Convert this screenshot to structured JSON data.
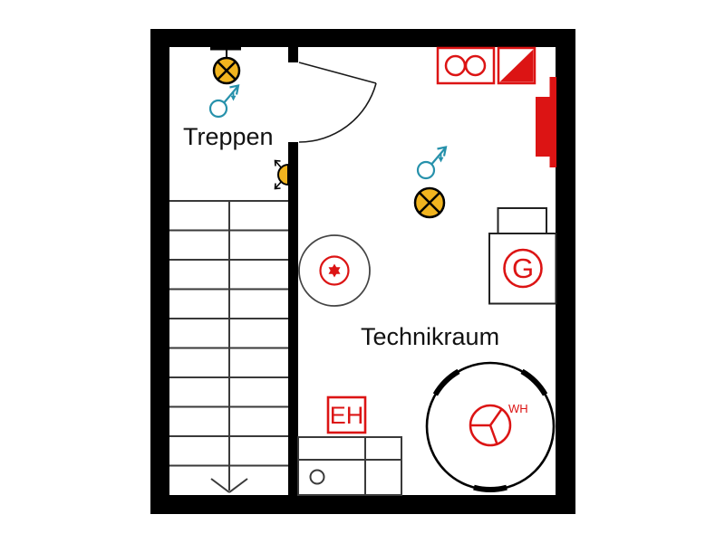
{
  "plan": {
    "rooms": {
      "treppen": {
        "label": "Treppen"
      },
      "technikraum": {
        "label": "Technikraum"
      }
    },
    "device_labels": {
      "generator": "G",
      "electric_heater": "EH",
      "water_heater": "WH"
    },
    "icons": {
      "infinity_icon": "∞",
      "ceiling_lamp_icon": "crossed-circle-lamp",
      "wall_lamp_icon": "half-circle-wall-lamp",
      "switch_icon": "switch-with-arrow",
      "detector_icon": "circle-with-star",
      "stairs_icon": "staircase-with-down-arrow",
      "door_icon": "door-quarter-swing",
      "triangle_panel_icon": "half-filled-square",
      "wall_panel_icon": "red-wall-panel",
      "sink_icon": "counter-with-drain"
    },
    "colors": {
      "wall_black": "#000000",
      "line_dark": "#3a3a3a",
      "symbol_red": "#dc1414",
      "lamp_yellow": "#f1b41f",
      "switch_teal": "#2691ab",
      "background": "#ffffff"
    }
  }
}
